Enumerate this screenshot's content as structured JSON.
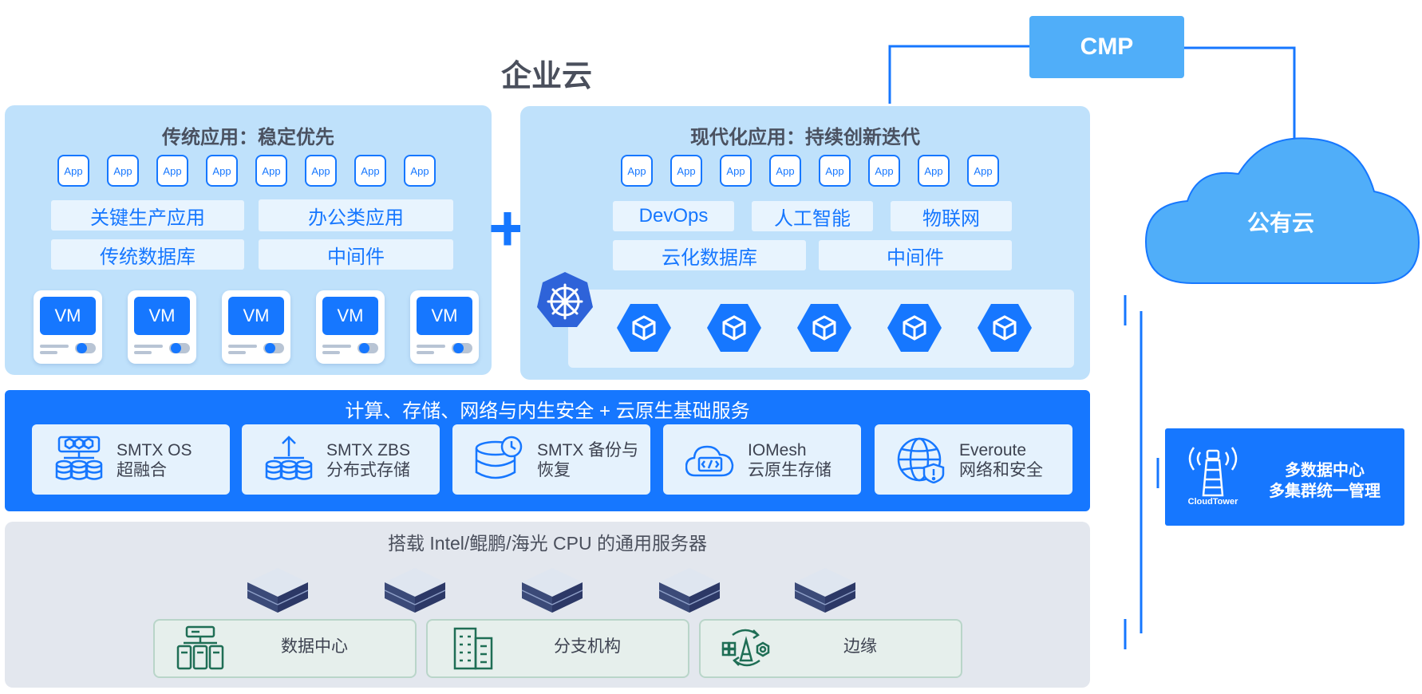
{
  "title": "企业云",
  "plus_sign": "+",
  "traditional": {
    "title": "传统应用：稳定优先",
    "app_label": "App",
    "tags": [
      "关键生产应用",
      "办公类应用",
      "传统数据库",
      "中间件"
    ],
    "vm_label": "VM"
  },
  "modern": {
    "title": "现代化应用：持续创新迭代",
    "app_label": "App",
    "tags": [
      "DevOps",
      "人工智能",
      "物联网",
      "云化数据库",
      "中间件"
    ],
    "kubernetes_icon": "kubernetes-helm-icon",
    "pod_icon": "container-cube-icon"
  },
  "infra": {
    "title": "计算、存储、网络与内生安全 + 云原生基础服务",
    "services": [
      {
        "line1": "SMTX OS",
        "line2": "超融合",
        "icon": "hci-cluster-icon"
      },
      {
        "line1": "SMTX ZBS",
        "line2": "分布式存储",
        "icon": "distributed-storage-icon"
      },
      {
        "line1": "SMTX 备份与",
        "line2": "恢复",
        "icon": "backup-restore-icon"
      },
      {
        "line1": "IOMesh",
        "line2": "云原生存储",
        "icon": "cloud-code-icon"
      },
      {
        "line1": "Everoute",
        "line2": "网络和安全",
        "icon": "globe-shield-icon"
      }
    ]
  },
  "hardware": {
    "title": "搭载 Intel/鲲鹏/海光 CPU 的通用服务器",
    "sites": [
      {
        "label": "数据中心",
        "icon": "datacenter-icon"
      },
      {
        "label": "分支机构",
        "icon": "building-icon"
      },
      {
        "label": "边缘",
        "icon": "edge-devices-icon"
      }
    ]
  },
  "cmp": "CMP",
  "public_cloud": "公有云",
  "cloudtower": {
    "line1": "多数据中心",
    "line2": "多集群统一管理",
    "brand": "CloudTower"
  },
  "colors": {
    "accent": "#1677ff",
    "panel": "#bfe1fb",
    "light": "#e5f2fd",
    "gray": "#e3e7ee",
    "green": "#1f6e55"
  }
}
